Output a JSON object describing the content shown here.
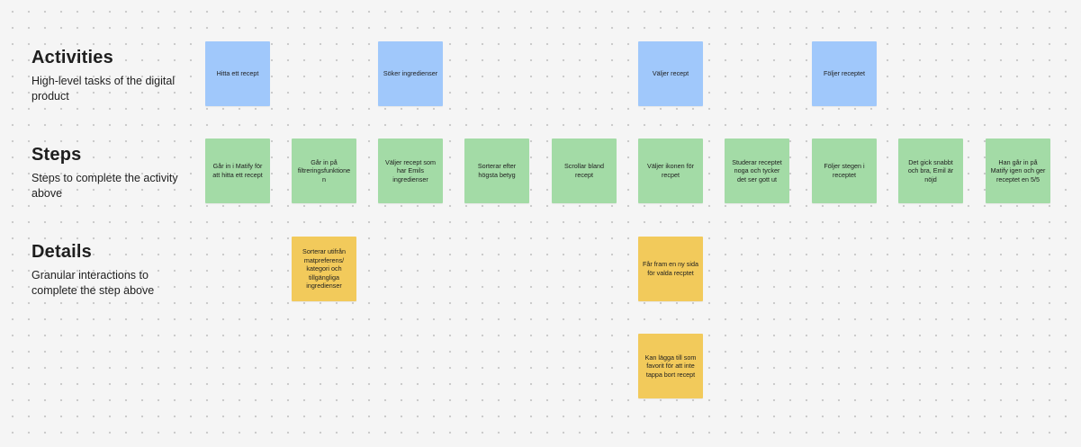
{
  "sections": [
    {
      "title": "Activities",
      "description": "High-level tasks of the digital product"
    },
    {
      "title": "Steps",
      "description": "Steps to complete the activity above"
    },
    {
      "title": "Details",
      "description": "Granular interactions to complete the step above"
    }
  ],
  "activities": [
    "Hitta ett recept",
    "Söker ingredienser",
    "Väljer recept",
    "Följer receptet"
  ],
  "steps": [
    "Går in i Matify för att hitta ett recept",
    "Går in på filtreringsfunktionen",
    "Väljer recept som har Emils ingredienser",
    "Sorterar efter högsta betyg",
    "Scrollar bland recept",
    "Väljer ikonen för recpet",
    "Studerar receptet noga och tycker det ser gott ut",
    "Följer stegen i receptet",
    "Det gick snabbt och bra, Emil är nöjd",
    "Han går in på Matify igen och ger receptet en 5/5"
  ],
  "details": [
    "Sorterar utifrån matpreferens/ kategori och tillgängliga ingredienser",
    "Får fram en ny sida för valda recptet",
    "Kan lägga till som favorit för att inte tappa bort recept"
  ],
  "colors": {
    "activity": "#a0c8fb",
    "step": "#a3dba6",
    "detail": "#f2ca5b",
    "canvas": "#f5f5f5"
  }
}
